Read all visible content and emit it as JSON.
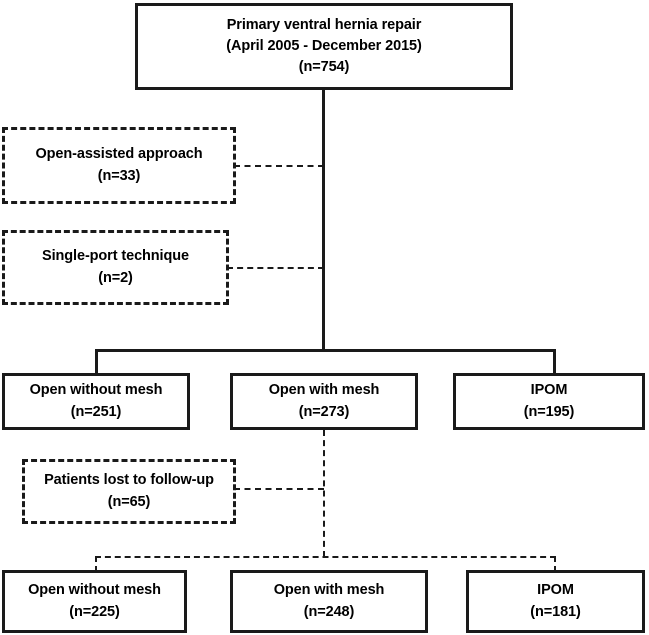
{
  "chart_data": {
    "type": "diagram",
    "title": "Primary ventral hernia repair patient flow diagram",
    "layout": "flowchart-top-down"
  },
  "nodes": {
    "root": {
      "line1": "Primary ventral hernia repair",
      "line2": "(April 2005 - December 2015)",
      "line3": "(n=754)",
      "style": "solid"
    },
    "excluded_open_assisted": {
      "line1": "Open-assisted approach",
      "line2": "(n=33)",
      "style": "dashed"
    },
    "excluded_single_port": {
      "line1": "Single-port technique",
      "line2": "(n=2)",
      "style": "dashed"
    },
    "group_open_without_mesh": {
      "line1": "Open without mesh",
      "line2": "(n=251)",
      "style": "solid"
    },
    "group_open_with_mesh": {
      "line1": "Open with mesh",
      "line2": "(n=273)",
      "style": "solid"
    },
    "group_ipom": {
      "line1": "IPOM",
      "line2": "(n=195)",
      "style": "solid"
    },
    "excluded_lost_followup": {
      "line1": "Patients lost to follow-up",
      "line2": "(n=65)",
      "style": "dashed"
    },
    "final_open_without_mesh": {
      "line1": "Open without mesh",
      "line2": "(n=225)",
      "style": "solid"
    },
    "final_open_with_mesh": {
      "line1": "Open with mesh",
      "line2": "(n=248)",
      "style": "solid"
    },
    "final_ipom": {
      "line1": "IPOM",
      "line2": "(n=181)",
      "style": "solid"
    }
  },
  "colors": {
    "stroke": "#1a1a1a",
    "background": "#ffffff",
    "text": "#000000"
  }
}
